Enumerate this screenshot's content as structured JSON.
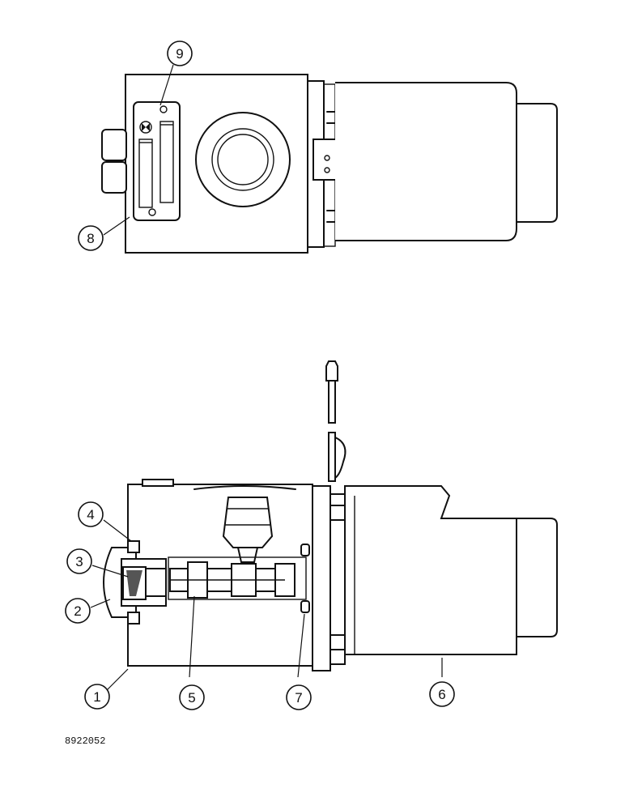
{
  "callouts": {
    "c1": "1",
    "c2": "2",
    "c3": "3",
    "c4": "4",
    "c5": "5",
    "c6": "6",
    "c7": "7",
    "c8": "8",
    "c9": "9"
  },
  "figure_id": "8922052"
}
